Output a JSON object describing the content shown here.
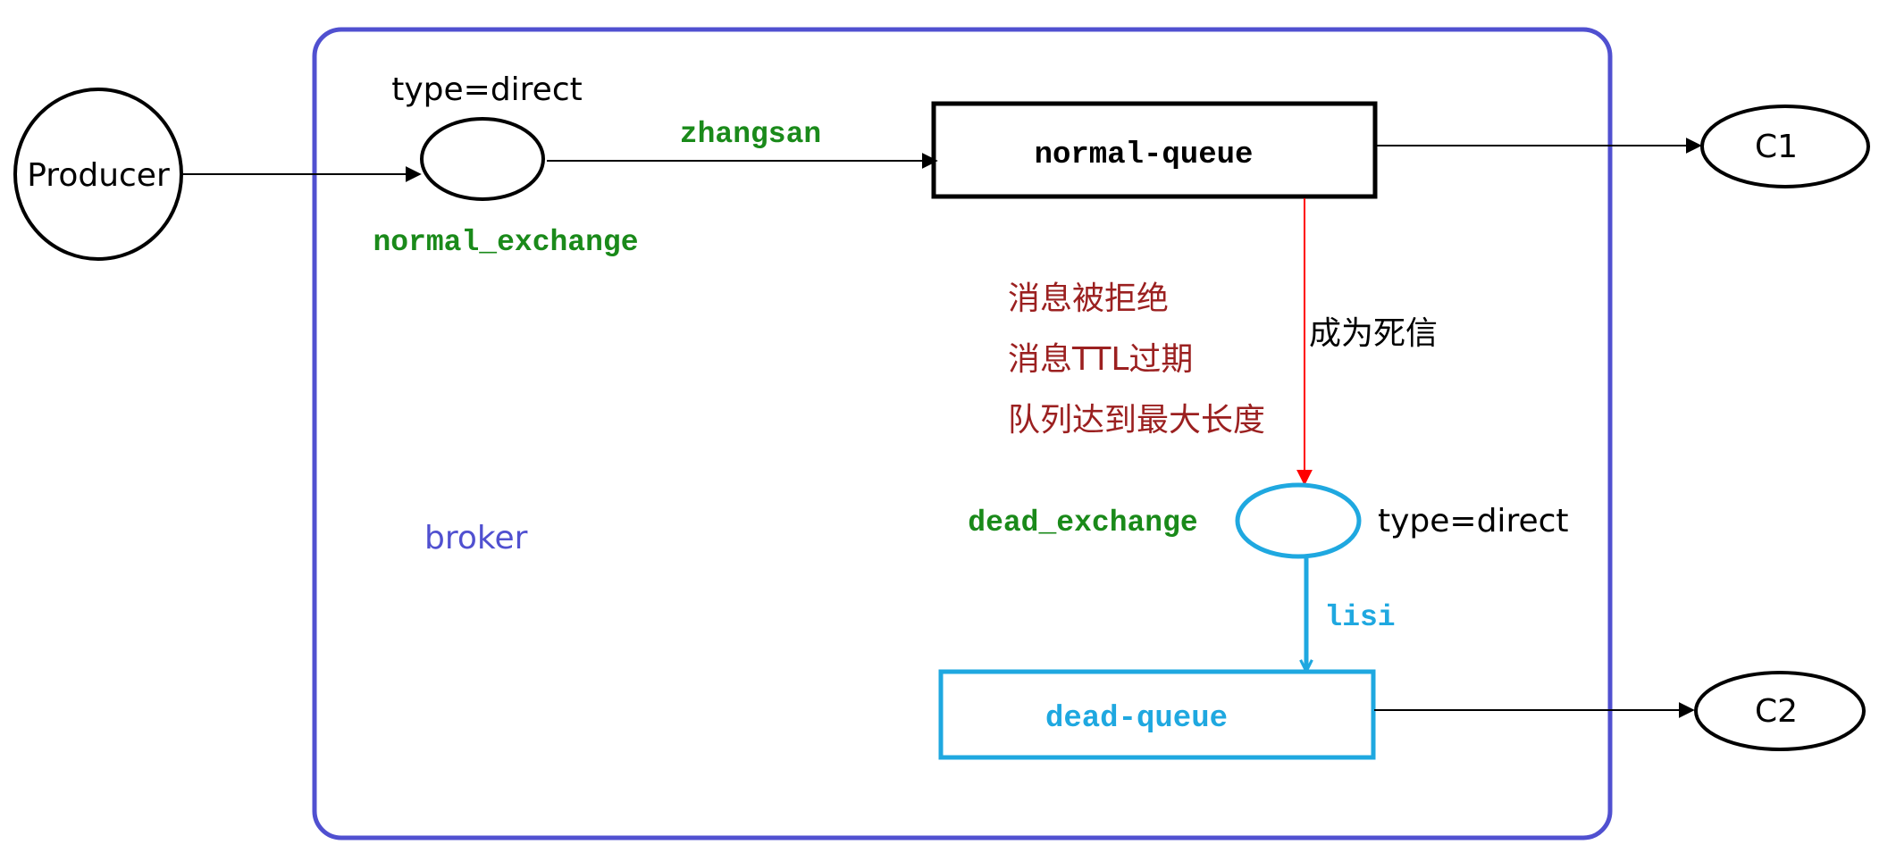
{
  "colors": {
    "broker_border": "#5050d0",
    "broker_label": "#5050d0",
    "green_label": "#1a8a1a",
    "blue": "#1fa8e0",
    "dark_red": "#9b2020",
    "red_arrow": "#ff0000",
    "black": "#000000"
  },
  "nodes": {
    "producer": "Producer",
    "c1": "C1",
    "c2": "C2",
    "normal_queue": "normal-queue",
    "dead_queue": "dead-queue"
  },
  "labels": {
    "normal_exchange_type": "type=direct",
    "normal_exchange_name": "normal_exchange",
    "routing_zhangsan": "zhangsan",
    "broker": "broker",
    "dead_exchange_name": "dead_exchange",
    "dead_exchange_type": "type=direct",
    "routing_lisi": "lisi",
    "become_dead_letter": "成为死信",
    "reasons": [
      "消息被拒绝",
      "消息TTL过期",
      "队列达到最大长度"
    ]
  }
}
